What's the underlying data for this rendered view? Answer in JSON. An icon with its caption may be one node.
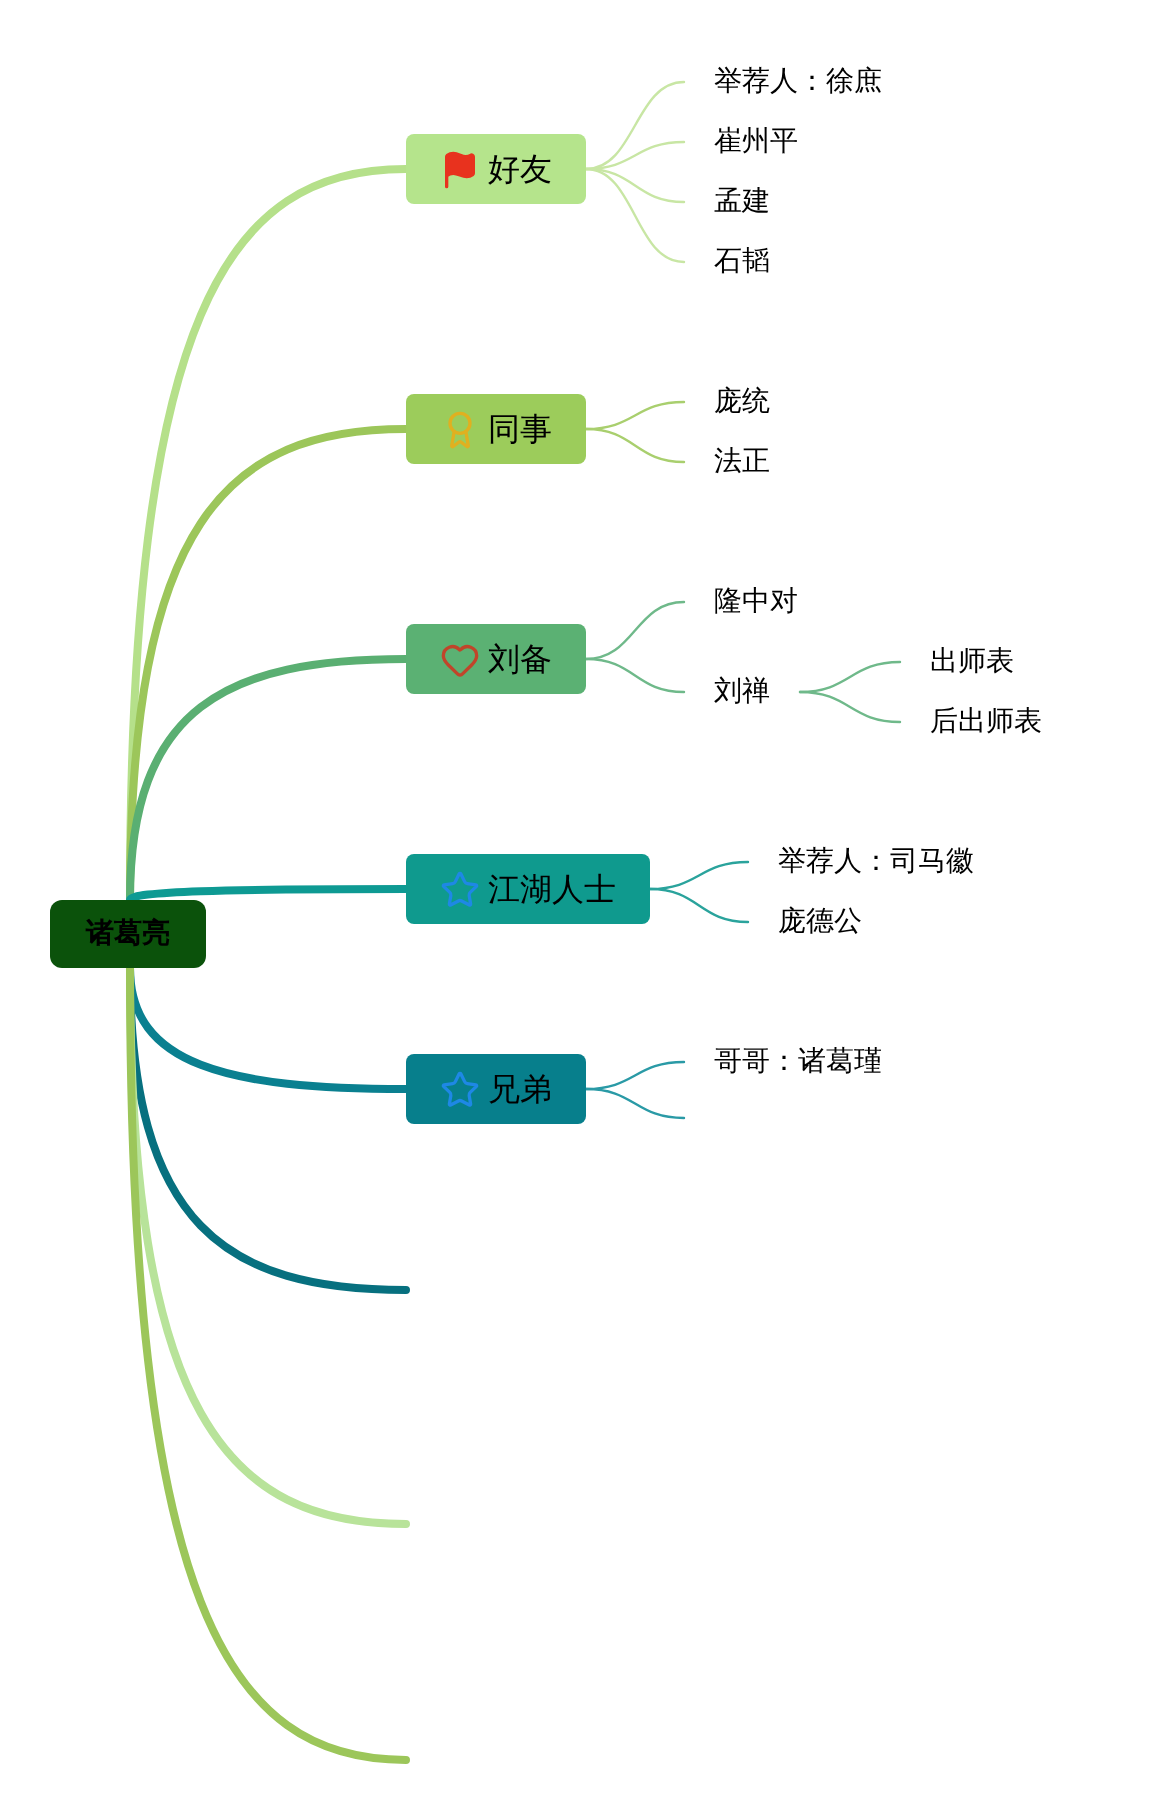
{
  "diagram": {
    "nodes": [
      {
        "text": [
          "诸葛亮"
        ]
      },
      {
        "text": [
          "好友"
        ]
      },
      {
        "text": [
          "举荐人：徐庶"
        ]
      },
      {
        "text": [
          "崔州平"
        ]
      },
      {
        "text": [
          "孟建"
        ]
      },
      {
        "text": [
          "石韬"
        ]
      },
      {
        "text": [
          "同事"
        ]
      },
      {
        "text": [
          "庞统"
        ]
      },
      {
        "text": [
          "法正"
        ]
      },
      {
        "text": [
          "刘备"
        ]
      },
      {
        "text": [
          "隆中对"
        ]
      },
      {
        "text": [
          "刘禅"
        ]
      },
      {
        "text": [
          "出师表"
        ]
      },
      {
        "text": [
          "后出师表"
        ]
      },
      {
        "text": [
          "江湖人士"
        ]
      },
      {
        "text": [
          "举荐人：司马徽"
        ]
      },
      {
        "text": [
          "庞德公"
        ]
      },
      {
        "text": [
          "兄弟"
        ]
      },
      {
        "text": [
          "哥哥：诸葛瑾"
        ]
      }
    ],
    "edges": [
      {
        "from": 0,
        "to": 1,
        "arrow": "none",
        "style": "thick",
        "color": "#b5e08a"
      },
      {
        "from": 1,
        "to": 2,
        "arrow": "none",
        "color": "#c8e6a4"
      },
      {
        "from": 1,
        "to": 3,
        "arrow": "none",
        "color": "#c8e6a4"
      },
      {
        "from": 1,
        "to": 4,
        "arrow": "none",
        "color": "#c8e6a4"
      },
      {
        "from": 1,
        "to": 5,
        "arrow": "none",
        "color": "#c8e6a4"
      },
      {
        "from": 0,
        "to": 6,
        "arrow": "none",
        "style": "thick",
        "color": "#9cc65a"
      },
      {
        "from": 6,
        "to": 7,
        "arrow": "none",
        "color": "#a9cf6e"
      },
      {
        "from": 6,
        "to": 8,
        "arrow": "none",
        "color": "#a9cf6e"
      },
      {
        "from": 0,
        "to": 9,
        "arrow": "none",
        "style": "thick",
        "color": "#5aaf72"
      },
      {
        "from": 9,
        "to": 10,
        "arrow": "none",
        "color": "#6fb98a"
      },
      {
        "from": 9,
        "to": 11,
        "arrow": "none",
        "color": "#6fb98a"
      },
      {
        "from": 11,
        "to": 12,
        "arrow": "none",
        "color": "#6fb98a"
      },
      {
        "from": 11,
        "to": 13,
        "arrow": "none",
        "color": "#6fb98a"
      },
      {
        "from": 0,
        "to": 14,
        "arrow": "none",
        "style": "thick",
        "color": "#0e9a93"
      },
      {
        "from": 14,
        "to": 15,
        "arrow": "none",
        "color": "#2aa39c"
      },
      {
        "from": 14,
        "to": 16,
        "arrow": "none",
        "color": "#2aa39c"
      },
      {
        "from": 0,
        "to": 17,
        "arrow": "none",
        "style": "thick",
        "color": "#0a8090"
      },
      {
        "from": 17,
        "to": 18,
        "arrow": "none",
        "color": "#2a9aa6"
      },
      {
        "from": 17,
        "to": null,
        "arrow": "none",
        "color": "#2a9aa6"
      },
      {
        "from": 0,
        "to": null,
        "arrow": "none",
        "style": "thick",
        "color": "#07707f"
      },
      {
        "from": 0,
        "to": null,
        "arrow": "none",
        "style": "thick",
        "color": "#b8e39a"
      },
      {
        "from": 0,
        "to": null,
        "arrow": "none",
        "style": "thick",
        "color": "#9cc65a"
      }
    ]
  }
}
